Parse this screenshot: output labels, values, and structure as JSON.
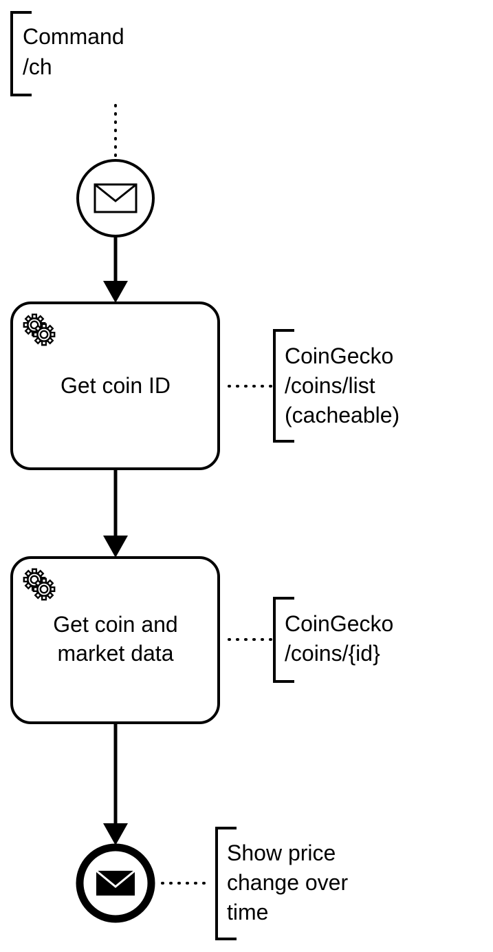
{
  "diagram": {
    "type": "bpmn-process",
    "colors": {
      "stroke": "#000000",
      "fill": "#ffffff"
    },
    "annotations": {
      "start": {
        "lines": [
          "Command",
          "/ch"
        ]
      },
      "task1": {
        "lines": [
          "CoinGecko",
          "/coins/list",
          "(cacheable)"
        ]
      },
      "task2": {
        "lines": [
          "CoinGecko",
          "/coins/{id}"
        ]
      },
      "end": {
        "lines": [
          "Show price",
          "change over",
          "time"
        ]
      }
    },
    "start_event": {
      "kind": "message-start-event",
      "icon": "envelope-outline-icon"
    },
    "tasks": [
      {
        "kind": "service-task",
        "icon": "gears-icon",
        "lines": [
          "Get coin ID"
        ]
      },
      {
        "kind": "service-task",
        "icon": "gears-icon",
        "lines": [
          "Get coin and",
          "market data"
        ]
      }
    ],
    "end_event": {
      "kind": "message-end-event",
      "icon": "envelope-filled-icon"
    }
  }
}
